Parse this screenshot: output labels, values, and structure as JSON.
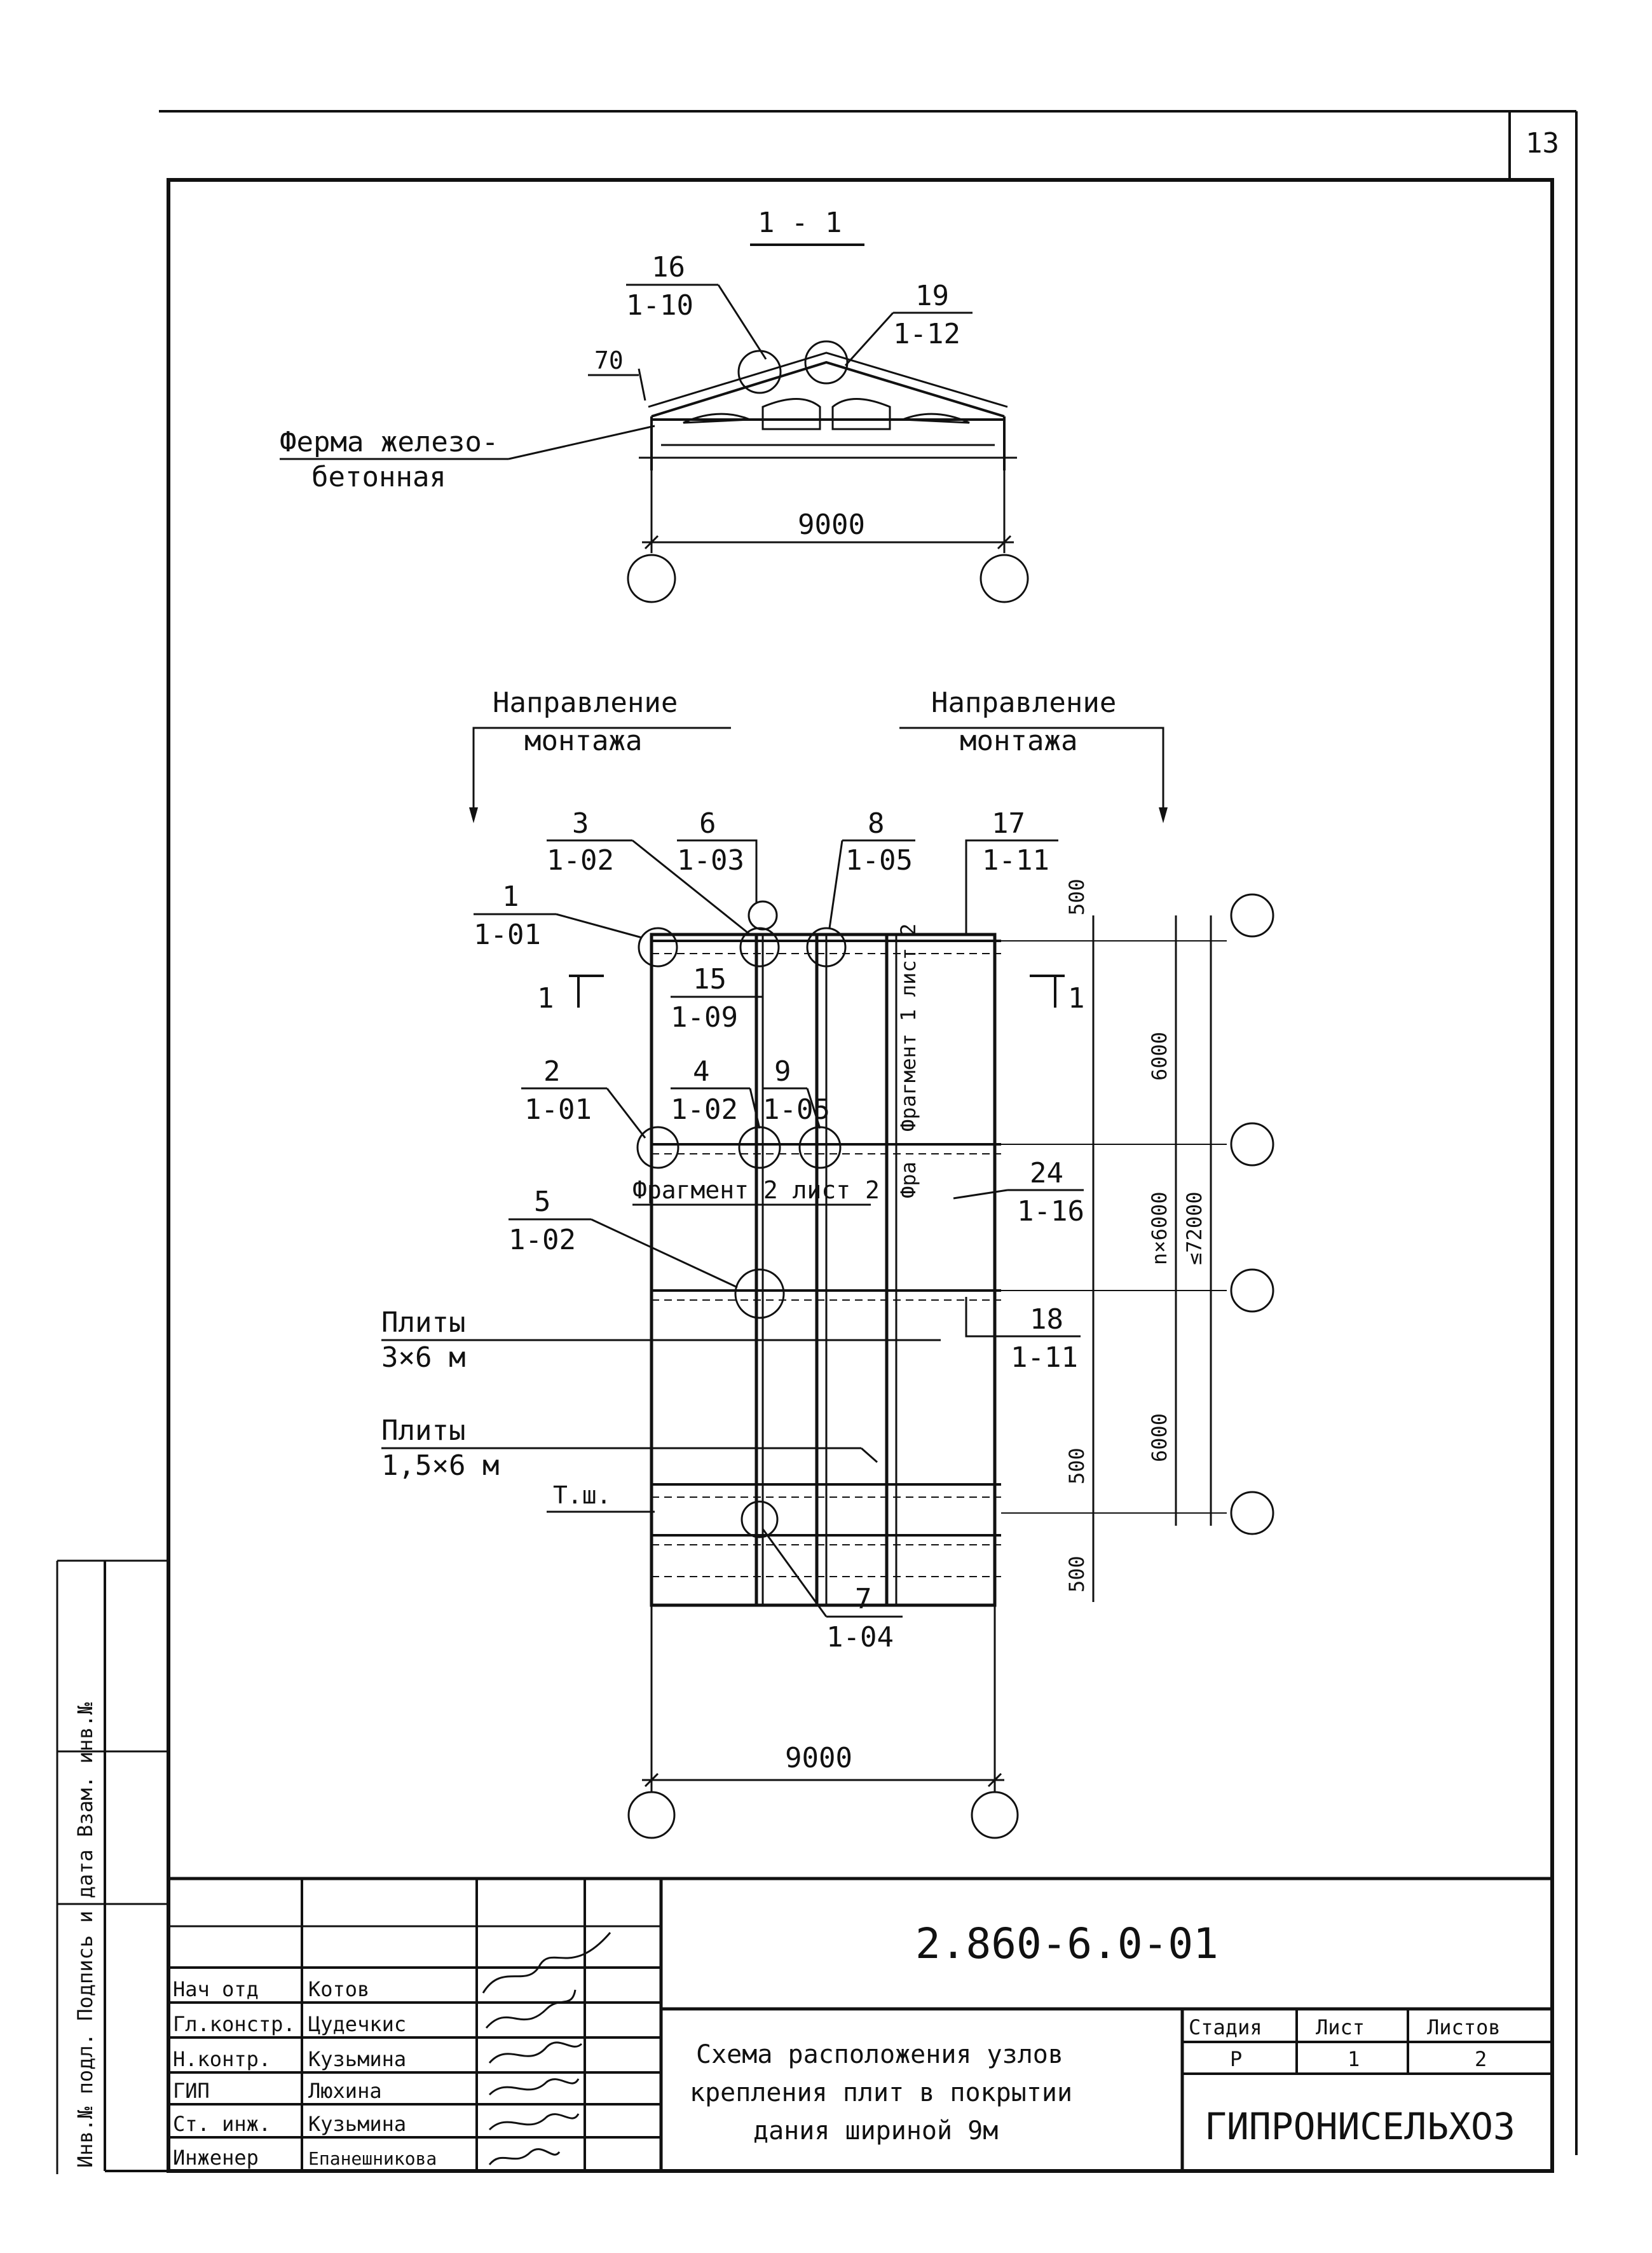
{
  "sheet": {
    "page_number": "13",
    "section_label": "1 - 1",
    "truss_label_line1": "Ферма железо-",
    "truss_label_line2": "бетонная",
    "dim_70": "70",
    "section_span": "9000"
  },
  "callouts": {
    "c16": {
      "num": "16",
      "ref": "1-10"
    },
    "c19": {
      "num": "19",
      "ref": "1-12"
    },
    "c3": {
      "num": "3",
      "ref": "1-02"
    },
    "c6": {
      "num": "6",
      "ref": "1-03"
    },
    "c8": {
      "num": "8",
      "ref": "1-05"
    },
    "c17": {
      "num": "17",
      "ref": "1-11"
    },
    "c1": {
      "num": "1",
      "ref": "1-01"
    },
    "c15": {
      "num": "15",
      "ref": "1-09"
    },
    "c2": {
      "num": "2",
      "ref": "1-01"
    },
    "c4": {
      "num": "4",
      "ref": "1-02"
    },
    "c9": {
      "num": "9",
      "ref": "1-05"
    },
    "c24": {
      "num": "24",
      "ref": "1-16"
    },
    "c5": {
      "num": "5",
      "ref": "1-02"
    },
    "c18": {
      "num": "18",
      "ref": "1-11"
    },
    "c7": {
      "num": "7",
      "ref": "1-04"
    }
  },
  "plan": {
    "direction_left_line1": "Направление",
    "direction_left_line2": "монтажа",
    "direction_right_line1": "Направление",
    "direction_right_line2": "монтажа",
    "cut_left": "1",
    "cut_right": "1",
    "fragment1": "Фрагмент 1 лист 2",
    "fragment2": "Фрагмент 2 лист 2",
    "fragment_short": "Фра",
    "plates_3x6_label": "Плиты",
    "plates_3x6_size": "3×6 м",
    "plates_15x6_label": "Плиты",
    "plates_15x6_size": "1,5×6 м",
    "ts_label": "Т.ш.",
    "dim_500_top": "500",
    "dim_6000_top": "6000",
    "dim_n6000": "n×6000",
    "dim_72000": "≤72000",
    "dim_6000_bottom": "6000",
    "dim_500_mid": "500",
    "dim_500_bottom": "500",
    "plan_span": "9000"
  },
  "title_block": {
    "document_code": "2.860-6.0-01",
    "title_line1": "Схема расположения узлов",
    "title_line2": "крепления плит в покрытии",
    "title_line3": "дания шириной 9м",
    "stage_header": "Стадия",
    "sheet_header": "Лист",
    "sheets_header": "Листов",
    "stage_value": "Р",
    "sheet_value": "1",
    "sheets_value": "2",
    "organization": "ГИПРОНИСЕЛЬХОЗ",
    "roles": [
      {
        "role": "Нач отд",
        "name": "Котов"
      },
      {
        "role": "Гл.констр.",
        "name": "Цудечкис"
      },
      {
        "role": "Н.контр.",
        "name": "Кузьмина"
      },
      {
        "role": "ГИП",
        "name": "Люхина"
      },
      {
        "role": "Ст. инж.",
        "name": "Кузьмина"
      },
      {
        "role": "Инженер",
        "name": "Епанешникова"
      }
    ],
    "side_stamp": "Инв.№ подл.  Подпись и дата  Взам. инв.№"
  }
}
